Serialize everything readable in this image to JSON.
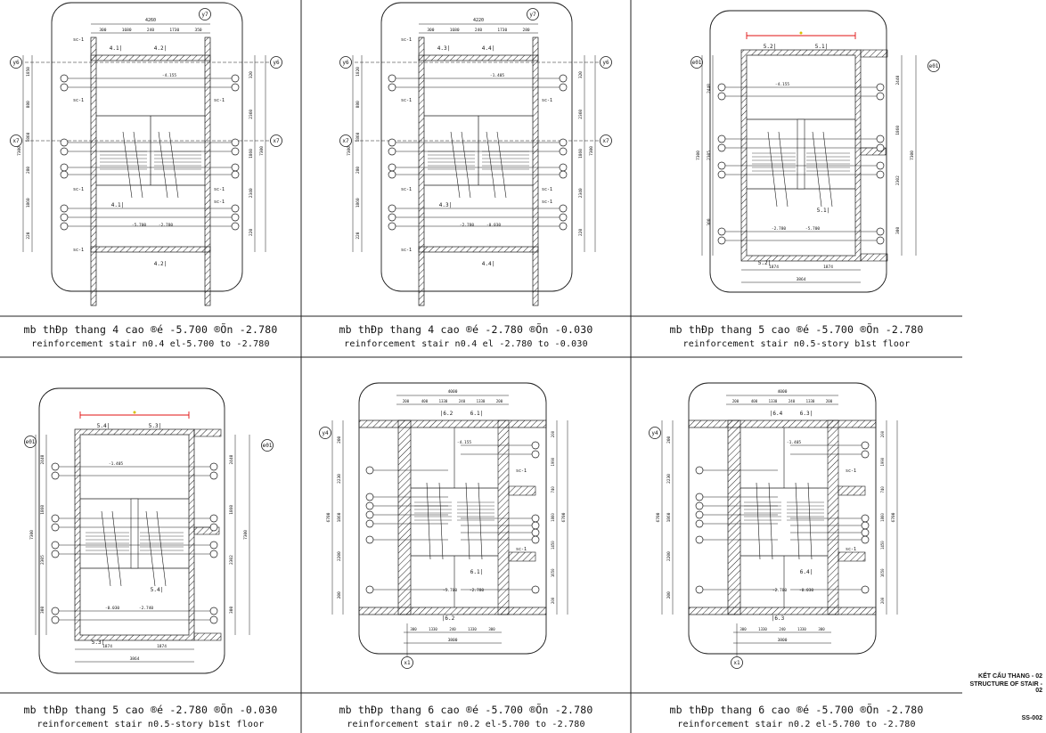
{
  "panels": [
    {
      "title": "mb thÐp thang 4 cao ®é -5.700 ®Õn  -2.780",
      "subtitle": "reinforcement stair n0.4 el-5.700 to -2.780",
      "overall_dim": "4260",
      "top_dims": [
        "300",
        "1680",
        "240",
        "1730",
        "350"
      ],
      "axis_top": "y7",
      "axis_row1": "y6",
      "axis_row2": "x7",
      "left_dims": [
        "1850",
        "880",
        "1860",
        "280",
        "1860",
        "220"
      ],
      "left_total": "7300",
      "right_dims": [
        "320",
        "2360",
        "1860",
        "2340",
        "220"
      ],
      "right_total": "7300",
      "marks": [
        "4.1",
        "4.2",
        "4.1",
        "4.2"
      ],
      "levels": [
        "-4.155",
        "-5.700",
        "-2.780"
      ],
      "sc_labels": [
        "sc-1",
        "sc-1",
        "sc-1",
        "sc-1",
        "sc-1",
        "sc-1",
        "sc-1"
      ]
    },
    {
      "title": "mb thÐp thang 4 cao ®é -2.780 ®Õn -0.030",
      "subtitle": "reinforcement stair n0.4 el -2.780 to -0.030",
      "overall_dim": "4220",
      "top_dims": [
        "300",
        "1680",
        "240",
        "1730",
        "280"
      ],
      "axis_top": "y7",
      "axis_row1": "y6",
      "axis_row2": "x7",
      "left_dims": [
        "1820",
        "880",
        "1860",
        "280",
        "1860",
        "220"
      ],
      "left_total": "7300",
      "right_dims": [
        "320",
        "2360",
        "1860",
        "2340",
        "220"
      ],
      "right_total": "7300",
      "marks": [
        "4.3",
        "4.4",
        "4.3",
        "4.4"
      ],
      "levels": [
        "-1.405",
        "-2.780",
        "-0.030"
      ],
      "sc_labels": [
        "sc-1",
        "sc-1",
        "sc-1",
        "sc-1",
        "sc-1",
        "sc-1",
        "sc-1"
      ]
    },
    {
      "title": "mb thÐp thang 5 cao ®é -5.700 ®Õn -2.780",
      "subtitle": "reinforcement stair n0.5-story b1st floor",
      "overall_dim": "3864",
      "top_dims": [
        "1874",
        "1874"
      ],
      "axis_top": "",
      "axis_row1": "e01",
      "axis_row2": "",
      "left_dims": [
        "2440",
        "2305",
        "300"
      ],
      "left_total": "7300",
      "right_dims": [
        "2440",
        "1860",
        "2302",
        "300"
      ],
      "right_total": "7300",
      "marks": [
        "5.2",
        "5.1",
        "5.1",
        "5.2"
      ],
      "levels": [
        "-4.155",
        "-2.780",
        "-5.700"
      ],
      "sc_labels": []
    },
    {
      "title": "mb thÐp thang 5 cao ®é -2.780 ®Õn -0.030",
      "subtitle": "reinforcement stair n0.5-story b1st floor",
      "overall_dim": "3864",
      "top_dims": [
        "1874",
        "1874"
      ],
      "axis_top": "",
      "axis_row1": "e01",
      "axis_row2": "",
      "left_dims": [
        "2440",
        "1860",
        "2305",
        "300"
      ],
      "left_total": "7300",
      "right_dims": [
        "2440",
        "1860",
        "2302",
        "300"
      ],
      "right_total": "7300",
      "marks": [
        "5.4",
        "5.3",
        "5.4",
        "5.3"
      ],
      "levels": [
        "-1.405",
        "-0.030",
        "-2.740"
      ],
      "sc_labels": []
    },
    {
      "title": "mb thÐp thang 6 cao ®é -5.700 ®Õn -2.780",
      "subtitle": "reinforcement stair n0.2 el-5.700 to -2.780",
      "overall_dim": "4000",
      "top_dims": [
        "200",
        "400",
        "1330",
        "240",
        "1330",
        "200"
      ],
      "axis_top": "",
      "axis_row1": "y4",
      "axis_row2": "x1",
      "left_dims": [
        "200",
        "2230",
        "1860",
        "2200",
        "200"
      ],
      "left_total": "6700",
      "right_dims": [
        "200",
        "1990",
        "740",
        "1860",
        "1450",
        "1650",
        "200"
      ],
      "right_total": "6700",
      "marks": [
        "6.2",
        "6.1",
        "6.1",
        "6.2"
      ],
      "levels": [
        "-4.155",
        "-5.700",
        "-2.780"
      ],
      "sc_labels": [
        "sc-1",
        "sc-1"
      ],
      "bottom_dims": [
        "300",
        "1330",
        "240",
        "1330",
        "300"
      ],
      "bottom_total": "3800"
    },
    {
      "title": "mb thÐp thang 6 cao ®é -5.700 ®Õn -2.780",
      "subtitle": "reinforcement stair n0.2 el-5.700 to -2.780",
      "overall_dim": "4000",
      "top_dims": [
        "200",
        "400",
        "1330",
        "240",
        "1330",
        "200"
      ],
      "axis_top": "",
      "axis_row1": "y4",
      "axis_row2": "x1",
      "left_dims": [
        "200",
        "2230",
        "1860",
        "2200",
        "200"
      ],
      "left_total": "6700",
      "right_dims": [
        "200",
        "1990",
        "740",
        "1860",
        "1450",
        "1650",
        "200"
      ],
      "right_total": "6700",
      "marks": [
        "6.4",
        "6.3",
        "6.4",
        "6.3"
      ],
      "levels": [
        "-1.405",
        "-2.780",
        "-0.030"
      ],
      "sc_labels": [
        "sc-1",
        "sc-1"
      ],
      "bottom_dims": [
        "300",
        "1330",
        "240",
        "1330",
        "300"
      ],
      "bottom_total": "3800"
    }
  ],
  "title_block": {
    "line1": "KẾT CẤU THANG - 02",
    "line2": "STRUCTURE OF STAIR - 02",
    "sheet_no": "SS-002"
  },
  "colors": {
    "line": "#1a1a1a",
    "red_dim": "#e01010",
    "yellow": "#d8c000"
  }
}
